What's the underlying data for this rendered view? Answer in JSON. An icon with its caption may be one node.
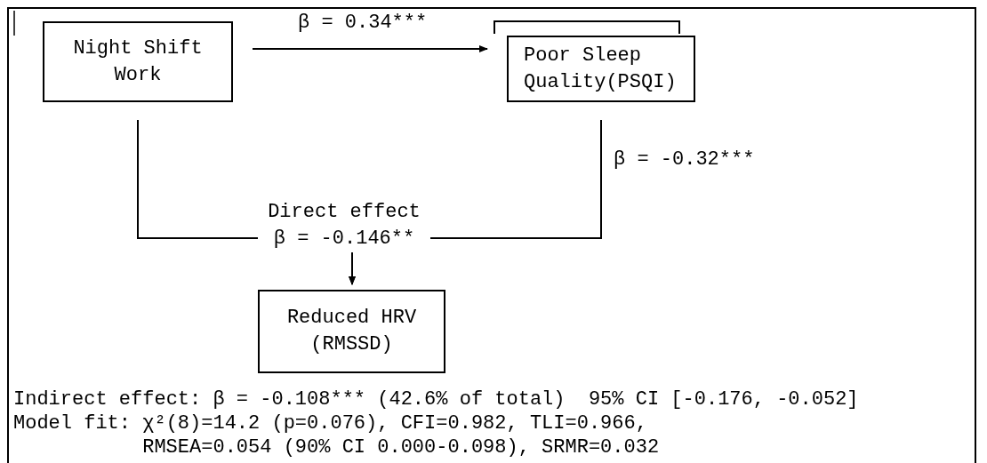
{
  "diagram": {
    "nodes": [
      {
        "text": [
          "Night Shift Work"
        ]
      },
      {
        "text": [
          "Poor Sleep Quality(PSQI)"
        ]
      },
      {
        "text": [
          "Reduced HRV (RMSSD)"
        ]
      }
    ],
    "edges": [
      {
        "from": 0,
        "to": 1,
        "arrow": "to",
        "label": "β = 0.34***"
      },
      {
        "from": 1,
        "to": 2,
        "arrow": "to",
        "label": "β = -0.32***"
      },
      {
        "from": 0,
        "to": 2,
        "arrow": "to",
        "label": "Direct effect β = -0.146**"
      }
    ],
    "labels": [
      "Indirect effect: β = -0.108*** (42.6% of total)  95% CI [-0.176, -0.052]",
      "Model fit: χ²(8)=14.2 (p=0.076), CFI=0.982, TLI=0.966, RMSEA=0.054 (90% CI 0.000-0.098), SRMR=0.032"
    ]
  }
}
